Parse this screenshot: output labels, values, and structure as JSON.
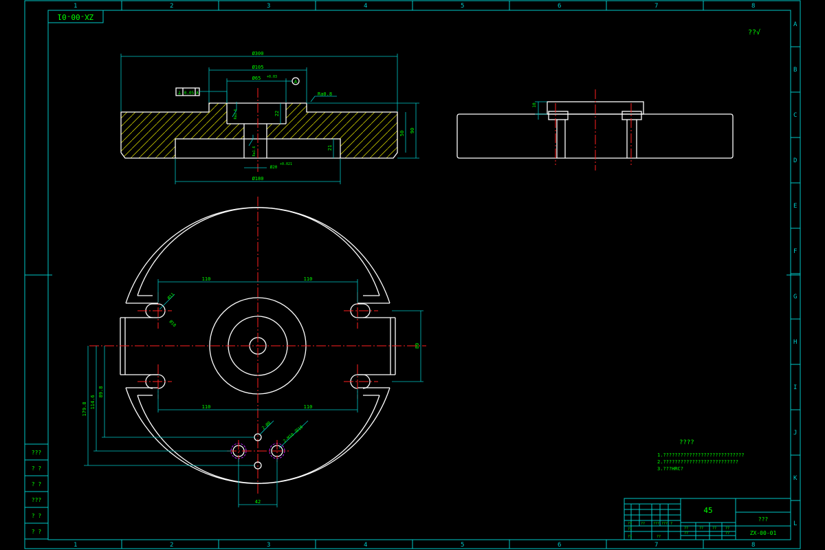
{
  "drawing_code": "ZX-00-01",
  "roughness_mark": "??√",
  "grid": {
    "columns": [
      "1",
      "2",
      "3",
      "4",
      "5",
      "6",
      "7",
      "8"
    ],
    "rows": [
      "A",
      "B",
      "C",
      "D",
      "E",
      "F",
      "G",
      "H",
      "I",
      "J",
      "K",
      "L"
    ]
  },
  "section_view": {
    "dim_overall": "Ø300",
    "dim_boss": "Ø105",
    "dim_bore": "Ø65",
    "bore_tol": "+0.03",
    "datum": "A",
    "surface_finish": "Ra0.8",
    "perp_tol_symbol": "⊥",
    "perp_tol_value": "0.05",
    "perp_tol_datum": "A",
    "dim_depth": "22",
    "dim_total_height": "90",
    "dim_height_50": "50",
    "dim_recess_depth": "21",
    "dim_recess": "Ø180",
    "dim_small_bore": "Ø20",
    "small_bore_tol": "+0.021",
    "ra_left": "Ra1.6",
    "ra_small": "Ra1.6"
  },
  "side_view": {
    "dim_step": "10"
  },
  "plan_view": {
    "dim_top_left": "110",
    "dim_top_right": "110",
    "dim_bottom_left": "110",
    "dim_bottom_right": "110",
    "dim_slot_width": "80",
    "slot_hole_dia": "Ø11",
    "slot_hole_dia2": "Ø18",
    "dim_left_1": "179.8",
    "dim_left_2": "114.6",
    "dim_left_3": "89.8",
    "holes_note_1": "2-Ø8",
    "holes_note_2": "2-M10 深18",
    "dim_hole_spacing": "42"
  },
  "notes": {
    "title": "????",
    "lines": [
      "1.????????????????????????????",
      "2.??????????????????????????",
      "3.???HRC?"
    ]
  },
  "title_block": {
    "material": "45",
    "part_name": "???",
    "code": "ZX-00-01",
    "cells": [
      "??",
      "??",
      "???",
      "???",
      "?",
      "??",
      "??",
      "??",
      "??",
      "??",
      "??",
      "??",
      "??",
      "??"
    ]
  },
  "side_strip": [
    "???",
    "? ?",
    "? ?",
    "???",
    "? ?",
    "? ?"
  ]
}
